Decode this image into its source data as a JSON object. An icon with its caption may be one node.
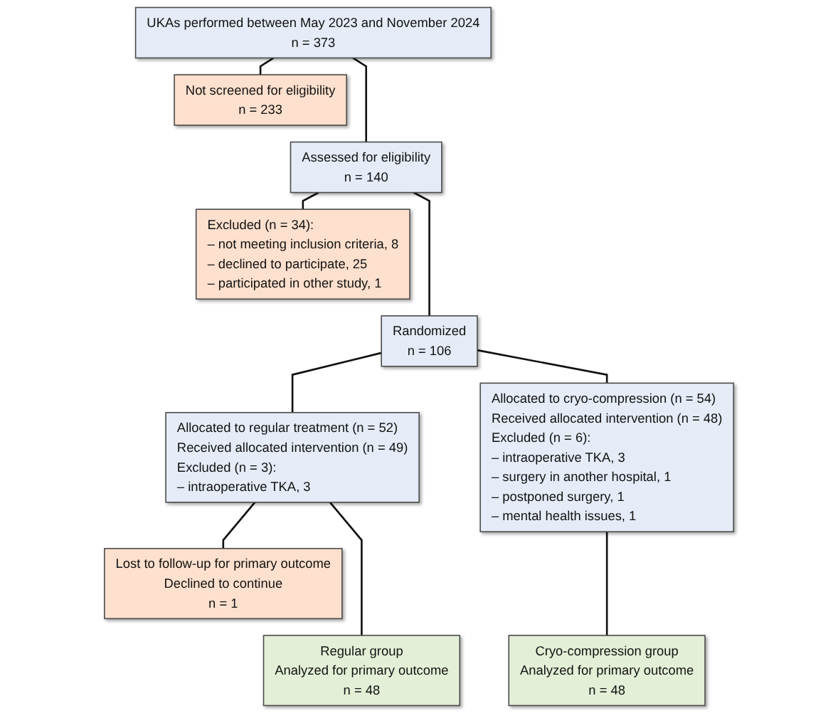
{
  "diagram": {
    "nodes": [
      {
        "text": [
          "UKAs performed between May 2023 and November 2024",
          "n = 373"
        ]
      },
      {
        "text": [
          "Not screened for eligibility",
          "n = 233"
        ]
      },
      {
        "text": [
          "Assessed for eligibility",
          "n = 140"
        ]
      },
      {
        "text": [
          "Excluded (n = 34):",
          "– not meeting inclusion criteria, 8",
          "– declined to participate, 25",
          "– participated in other study, 1"
        ]
      },
      {
        "text": [
          "Randomized",
          "n = 106"
        ]
      },
      {
        "text": [
          "Allocated to regular treatment (n = 52)",
          "Received allocated intervention (n = 49)",
          "Excluded (n = 3):",
          "– intraoperative TKA, 3"
        ]
      },
      {
        "text": [
          "Allocated to cryo-compression (n = 54)",
          "Received allocated intervention (n = 48)",
          "Excluded (n = 6):",
          "– intraoperative TKA, 3",
          "– surgery in another hospital, 1",
          "– postponed surgery, 1",
          "– mental health issues, 1"
        ]
      },
      {
        "text": [
          "Lost to follow-up for primary outcome",
          "Declined to continue",
          "n = 1"
        ]
      },
      {
        "text": [
          "Regular group",
          "Analyzed for primary outcome",
          "n = 48"
        ]
      },
      {
        "text": [
          "Cryo-compression group",
          "Analyzed for primary outcome",
          "n = 48"
        ]
      }
    ],
    "edges": [
      {
        "from": 0,
        "to": 1,
        "arrow": "none"
      },
      {
        "from": 0,
        "to": 2,
        "arrow": "none"
      },
      {
        "from": 2,
        "to": 3,
        "arrow": "none"
      },
      {
        "from": 2,
        "to": 4,
        "arrow": "none"
      },
      {
        "from": 4,
        "to": 5,
        "arrow": "none"
      },
      {
        "from": 4,
        "to": 6,
        "arrow": "none"
      },
      {
        "from": 5,
        "to": 8,
        "arrow": "none"
      },
      {
        "from": 5,
        "to": 7,
        "arrow": "none"
      },
      {
        "from": 6,
        "to": 9,
        "arrow": "none"
      }
    ]
  }
}
